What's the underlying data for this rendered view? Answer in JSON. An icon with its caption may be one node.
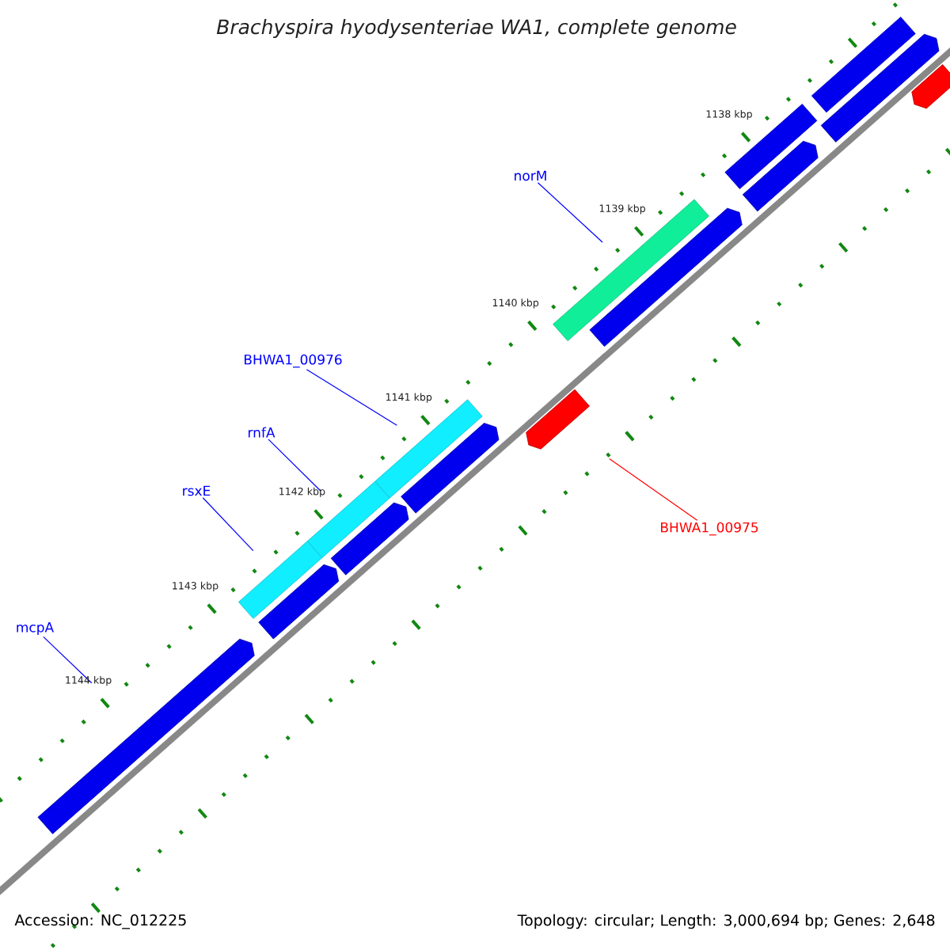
{
  "diagram": {
    "title": "Brachyspira hyodysenteriae WA1, complete genome",
    "nodes": [
      {
        "text": [
          "norM"
        ]
      },
      {
        "text": [],
        "shape": "bar"
      },
      {
        "text": [
          "BHWA1_00976"
        ]
      },
      {
        "text": [],
        "shape": "bar"
      },
      {
        "text": [
          "rnfA"
        ]
      },
      {
        "text": [],
        "shape": "bar"
      },
      {
        "text": [
          "rsxE"
        ]
      },
      {
        "text": [],
        "shape": "bar"
      },
      {
        "text": [],
        "shape": "arrow"
      },
      {
        "text": [
          "BHWA1_00975"
        ]
      },
      {
        "text": [
          "mcpA"
        ]
      },
      {
        "text": [],
        "shape": "arrow"
      },
      {
        "text": [],
        "shape": "arrow"
      },
      {
        "text": [],
        "shape": "arrow"
      },
      {
        "text": [],
        "shape": "arrow"
      },
      {
        "text": [],
        "shape": "arrow"
      },
      {
        "text": [],
        "shape": "arrow"
      },
      {
        "text": [],
        "shape": "bar"
      },
      {
        "text": [],
        "shape": "arrow"
      },
      {
        "text": [],
        "shape": "bar"
      },
      {
        "text": [],
        "shape": "arrow"
      }
    ],
    "edges": [
      {
        "from": 0,
        "to": 1,
        "arrow": "none"
      },
      {
        "from": 2,
        "to": 3,
        "arrow": "none"
      },
      {
        "from": 4,
        "to": 5,
        "arrow": "none"
      },
      {
        "from": 6,
        "to": 7,
        "arrow": "none"
      },
      {
        "from": 9,
        "to": 8,
        "arrow": "none",
        "color": "#ff0000"
      },
      {
        "from": 10,
        "to": 11,
        "arrow": "none"
      }
    ],
    "labels": [
      "1138 kbp",
      "1139 kbp",
      "1140 kbp",
      "1141 kbp",
      "1142 kbp",
      "1143 kbp",
      "1144 kbp",
      "Accession: NC_012225",
      "Topology: circular; Length: 3,000,694 bp; Genes: 2,648"
    ]
  }
}
